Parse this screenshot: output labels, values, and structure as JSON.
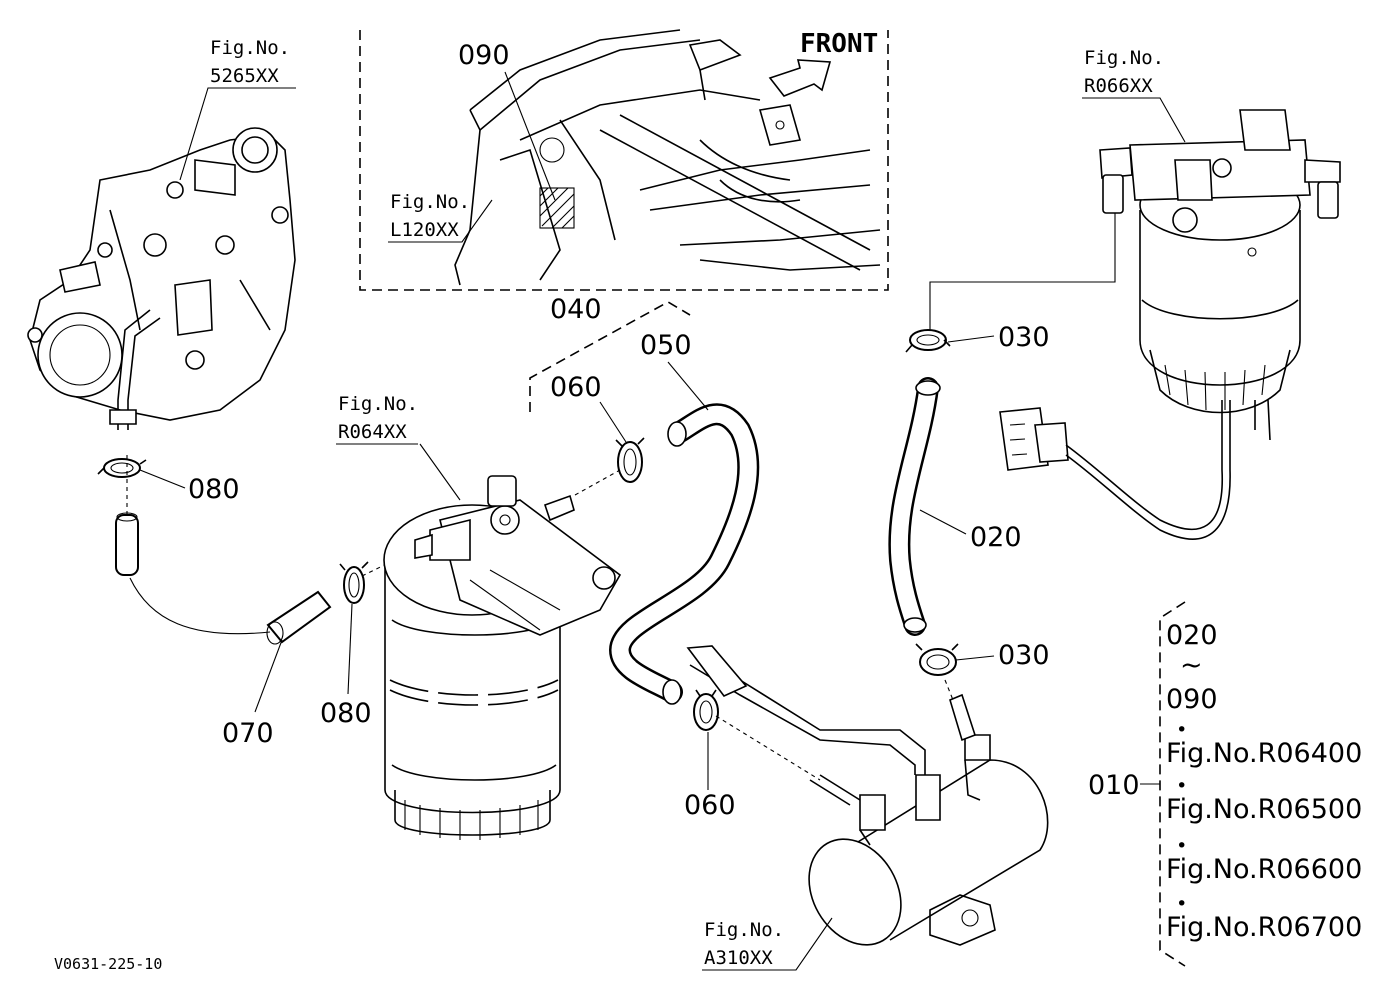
{
  "figure": {
    "code": "V0631-225-10",
    "front_label": "FRONT"
  },
  "refs": {
    "r_5265": [
      "Fig.No.",
      "5265XX"
    ],
    "r_l120": [
      "Fig.No.",
      "L120XX"
    ],
    "r_r066": [
      "Fig.No.",
      "R066XX"
    ],
    "r_r064": [
      "Fig.No.",
      "R064XX"
    ],
    "r_a310": [
      "Fig.No.",
      "A310XX"
    ]
  },
  "callouts": {
    "c090": "090",
    "c040": "040",
    "c050": "050",
    "c060a": "060",
    "c060b": "060",
    "c030a": "030",
    "c030b": "030",
    "c020": "020",
    "c080a": "080",
    "c080b": "080",
    "c070": "070",
    "c010": "010"
  },
  "legend": {
    "range_start": "020",
    "range_sep": "~",
    "range_end": "090",
    "dot": "•",
    "items": [
      "Fig.No.R06400",
      "Fig.No.R06500",
      "Fig.No.R06600",
      "Fig.No.R06700"
    ]
  }
}
